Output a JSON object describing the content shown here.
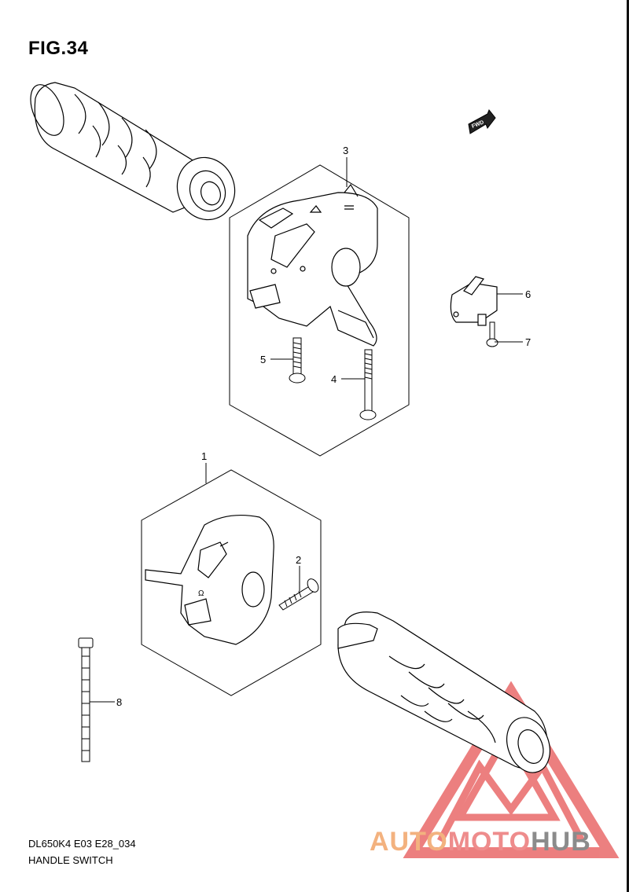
{
  "figure": {
    "title": "FIG.34",
    "model_code": "DL650K4 E03 E28_034",
    "caption": "HANDLE SWITCH"
  },
  "fwd_badge": "FWD",
  "callouts": [
    "1",
    "2",
    "3",
    "4",
    "5",
    "6",
    "7",
    "8"
  ],
  "watermark": {
    "part1": "AUTO",
    "part2": "MOTO",
    "part3": "HUB",
    "colors": {
      "auto": "#f3b27f",
      "moto": "#ee8c8c",
      "hub": "#8b8b8b",
      "logo": "#e65555"
    }
  },
  "colors": {
    "line": "#000000",
    "background": "#ffffff"
  }
}
